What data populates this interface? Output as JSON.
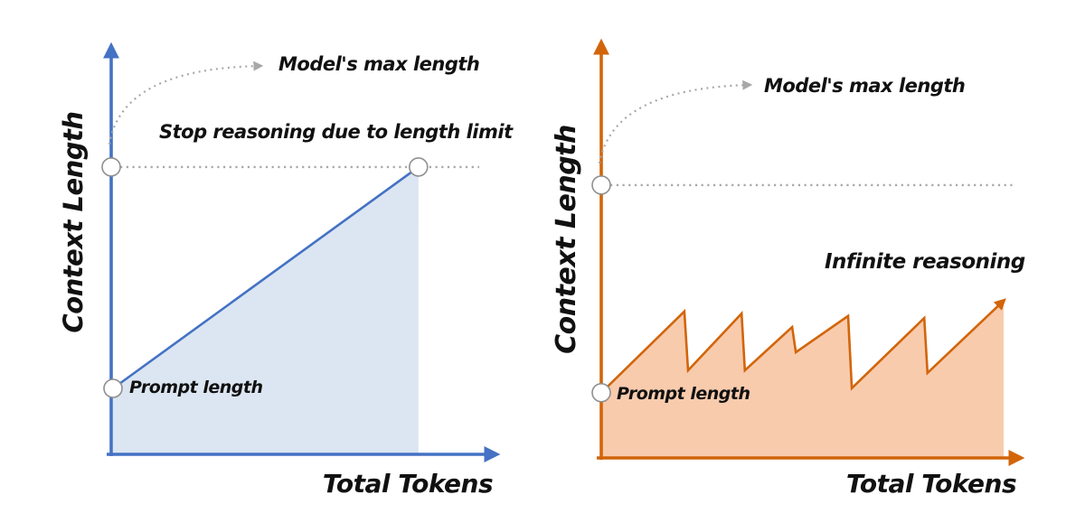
{
  "style": {
    "background": "#ffffff",
    "dotted_color": "#A8A8A8",
    "marker_stroke": "#8F8F8F",
    "text_color": "#111111"
  },
  "chart_data": [
    {
      "type": "area",
      "panel": "left",
      "y_axis_label": "Context Length",
      "x_axis_label": "Total Tokens",
      "max_length_label": "Model's max length",
      "annotation": "Stop reasoning due to length limit",
      "prompt_label": "Prompt length",
      "accent_color": "#4472C4",
      "fill_color": "#DCE6F2",
      "max_line_y": 0.71,
      "series": [
        {
          "name": "context-length-growth",
          "points": [
            [
              0.005,
              0.163
            ],
            [
              0.835,
              0.71
            ]
          ]
        }
      ],
      "markers": [
        [
          0,
          0.71
        ],
        [
          0.835,
          0.71
        ],
        [
          0.005,
          0.163
        ]
      ],
      "arrow_end": false
    },
    {
      "type": "area",
      "panel": "right",
      "y_axis_label": "Context Length",
      "x_axis_label": "Total Tokens",
      "max_length_label": "Model's max length",
      "annotation": "Infinite reasoning",
      "prompt_label": "Prompt length",
      "accent_color": "#D2650A",
      "fill_color": "#F8CBAD",
      "max_line_y": 0.661,
      "series": [
        {
          "name": "context-length-sawtooth",
          "points": [
            [
              0,
              0.158
            ],
            [
              0.202,
              0.355
            ],
            [
              0.211,
              0.212
            ],
            [
              0.341,
              0.35
            ],
            [
              0.349,
              0.212
            ],
            [
              0.464,
              0.317
            ],
            [
              0.473,
              0.256
            ],
            [
              0.6,
              0.344
            ],
            [
              0.609,
              0.169
            ],
            [
              0.785,
              0.339
            ],
            [
              0.793,
              0.206
            ],
            [
              0.978,
              0.381
            ]
          ]
        }
      ],
      "markers": [
        [
          0,
          0.661
        ],
        [
          0,
          0.158
        ]
      ],
      "arrow_end": true
    }
  ]
}
